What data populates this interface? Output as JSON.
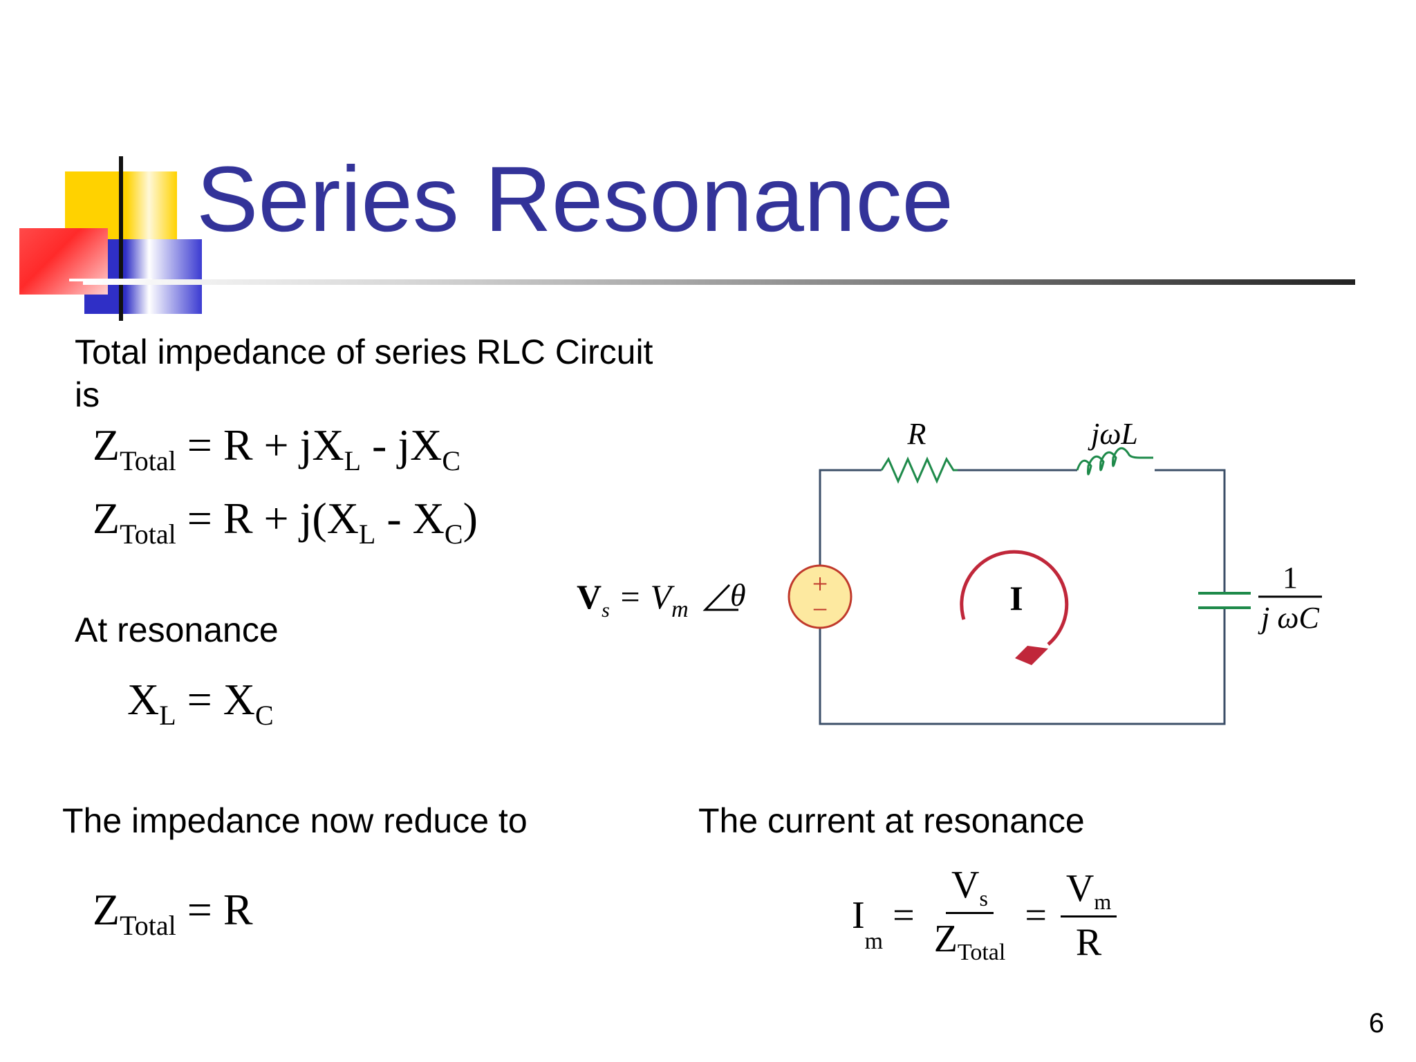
{
  "slide": {
    "title": "Series Resonance",
    "page_number": "6",
    "accent_color": "#333399"
  },
  "text": {
    "intro_line1": "Total impedance of series RLC Circuit",
    "intro_line2": "is",
    "at_resonance": "At resonance",
    "impedance_reduce": "The impedance now reduce to",
    "current_resonance": "The current at resonance"
  },
  "equations": {
    "eq1": {
      "lhs": "Z",
      "lhs_sub": "Total",
      "rhs_a": " = R + jX",
      "sub_l": "L",
      "rhs_b": " - jX",
      "sub_c": "C"
    },
    "eq2": {
      "lhs": "Z",
      "lhs_sub": "Total",
      "rhs_a": " = R + j(X",
      "sub_l": "L",
      "rhs_b": " - X",
      "sub_c": "C",
      "rhs_end": ")"
    },
    "eq3": {
      "lhs": "X",
      "lhs_sub": "L",
      "rhs": " = X",
      "rhs_sub": "C"
    },
    "eq4": {
      "lhs": "Z",
      "lhs_sub": "Total",
      "rhs": " = R"
    },
    "eq5": {
      "lhs": "I",
      "lhs_sub": "m",
      "eq_sign": "=",
      "f1_num": "V",
      "f1_num_sub": "s",
      "f1_den": "Z",
      "f1_den_sub": "Total",
      "f2_num": "V",
      "f2_num_sub": "m",
      "f2_den": "R"
    }
  },
  "circuit": {
    "resistor_label": "R",
    "inductor_label": "jωL",
    "capacitor_num": "1",
    "capacitor_den": "j ωC",
    "source_label_v": "V",
    "source_label_sub": "s",
    "source_label_eq": " = V",
    "source_label_m": "m",
    "source_label_theta": "θ",
    "source_plus": "+",
    "source_minus": "−",
    "current_label": "I",
    "wire_color": "#3c4f68",
    "source_fill": "#fde9a0",
    "source_stroke": "#c0392b",
    "capacitor_color": "#1e8a4a",
    "arrow_color": "#c0273a",
    "resistor_color": "#1e8a4a"
  }
}
